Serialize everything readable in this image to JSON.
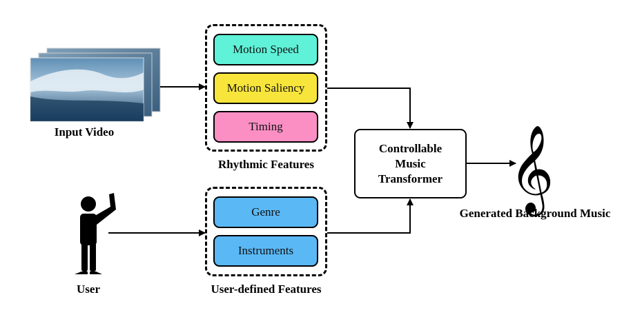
{
  "input_video": {
    "caption": "Input Video"
  },
  "rhythmic_features": {
    "caption": "Rhythmic Features",
    "items": [
      {
        "label": "Motion Speed",
        "color": "#5ff2d8"
      },
      {
        "label": "Motion Saliency",
        "color": "#f8e53c"
      },
      {
        "label": "Timing",
        "color": "#fb8fc4"
      }
    ]
  },
  "user": {
    "caption": "User"
  },
  "user_defined_features": {
    "caption": "User-defined Features",
    "items": [
      {
        "label": "Genre",
        "color": "#5ab8f5"
      },
      {
        "label": "Instruments",
        "color": "#5ab8f5"
      }
    ]
  },
  "transformer": {
    "line1": "Controllable",
    "line2": "Music",
    "line3": "Transformer"
  },
  "output": {
    "caption": "Generated Background Music",
    "icon": "treble-clef-icon"
  }
}
